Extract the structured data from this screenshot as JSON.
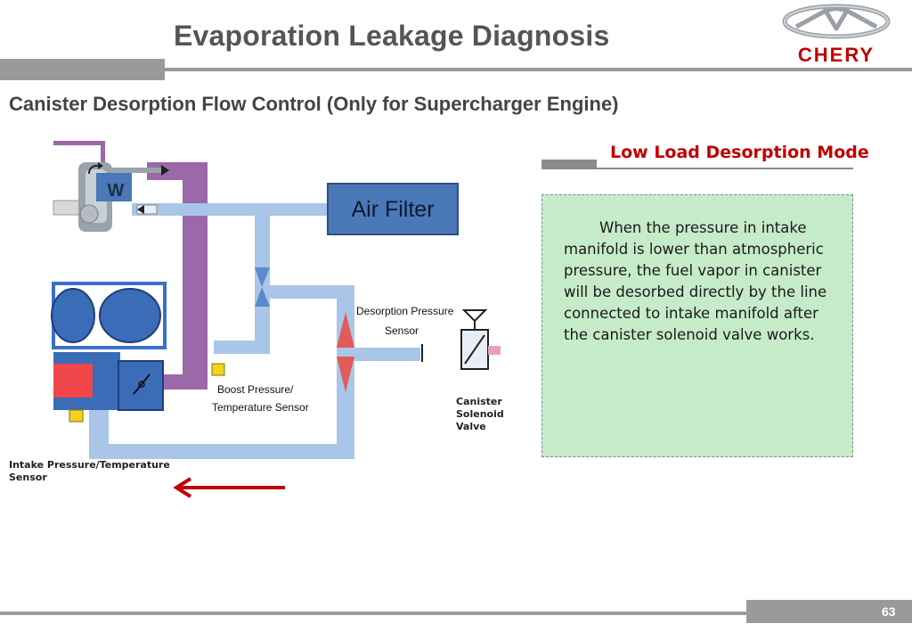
{
  "header": {
    "title": "Evaporation Leakage Diagnosis",
    "brand": "CHERY"
  },
  "subtitle": "Canister Desorption Flow Control (Only for Supercharger Engine)",
  "mode": {
    "title": "Low Load Desorption Mode",
    "description": "When the pressure in intake manifold is lower than atmospheric pressure, the fuel vapor in canister will be desorbed directly by the line connected to intake manifold after the canister solenoid valve works."
  },
  "diagram": {
    "air_filter": "Air Filter",
    "w_label": "W",
    "desorption_sensor_line1": "Desorption Pressure",
    "desorption_sensor_line2": "Sensor",
    "boost_sensor_line1": "Boost Pressure/",
    "boost_sensor_line2": "Temperature Sensor",
    "canister_solenoid_valve": "Canister Solenoid Valve",
    "intake_sensor": "Intake Pressure/Temperature Sensor"
  },
  "colors": {
    "pipe_blue": "#a9c6e8",
    "pipe_purple": "#9b68a8",
    "air_filter_fill": "#4a78b8",
    "accent_red": "#c00000",
    "box_green": "#c6ebc9"
  },
  "footer": {
    "page_number": "63"
  }
}
